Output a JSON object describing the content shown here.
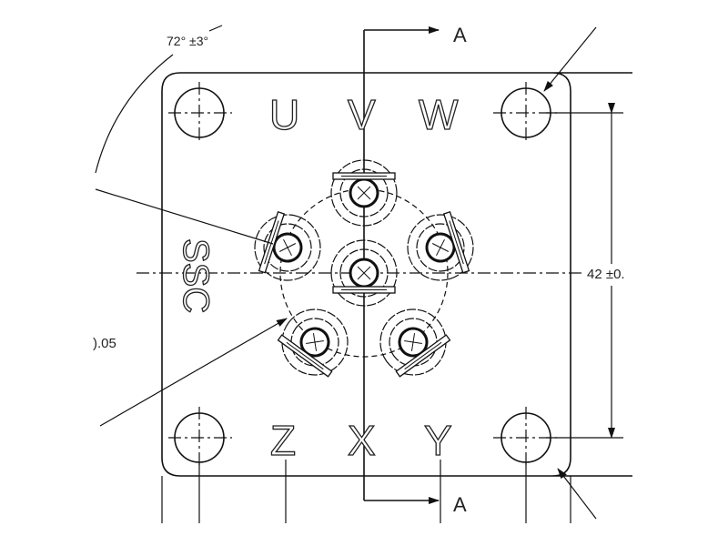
{
  "drawing": {
    "section_label_top": "A",
    "section_label_bottom": "A",
    "angle_dimension": "72° ±3°",
    "height_dimension": "42 ±0.",
    "tolerance_text": ").05",
    "terminal_labels": {
      "top": [
        "U",
        "V",
        "W"
      ],
      "bottom": [
        "Z",
        "X",
        "Y"
      ]
    },
    "side_label": "SSC"
  }
}
